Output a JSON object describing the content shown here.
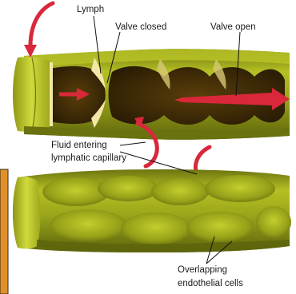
{
  "labels": {
    "lymph": "Lymph",
    "valve_closed": "Valve closed",
    "valve_open": "Valve open",
    "fluid_entering_line1": "Fluid entering",
    "fluid_entering_line2": "lymphatic capillary",
    "overlapping_line1": "Overlapping",
    "overlapping_line2": "endothelial cells"
  },
  "colors": {
    "tube_outer": "#8f9a17",
    "tube_inner_dark": "#3c2a06",
    "tube_highlight": "#c9d43a",
    "valve_cream": "#f3e6a6",
    "arrow_red": "#d8283a",
    "left_panel_orange": "#e0902a",
    "label_text": "#1a1a1a"
  },
  "icons": {
    "inflow_arrows": "curved-arrow-icon",
    "flow_arrow": "straight-arrow-icon"
  }
}
